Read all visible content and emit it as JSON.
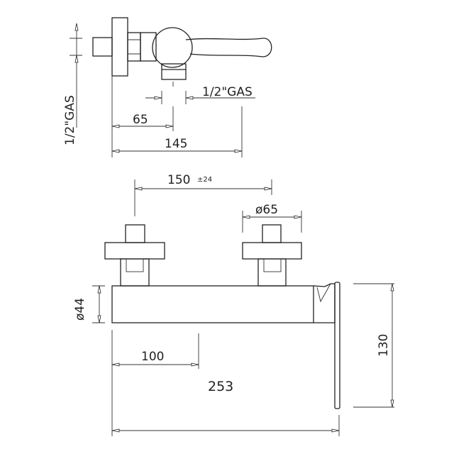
{
  "top_view": {
    "dim_gas_vertical": "1/2\"GAS",
    "dim_gas_horizontal": "1/2\"GAS",
    "dim_65": "65",
    "dim_145": "145"
  },
  "front_view": {
    "dim_150": "150",
    "dim_150_tolerance": "±24",
    "dim_diameter_65": "ø65",
    "dim_diameter_44": "ø44",
    "dim_100": "100",
    "dim_253": "253",
    "dim_130": "130"
  },
  "colors": {
    "line": "#222222",
    "background": "#ffffff"
  }
}
